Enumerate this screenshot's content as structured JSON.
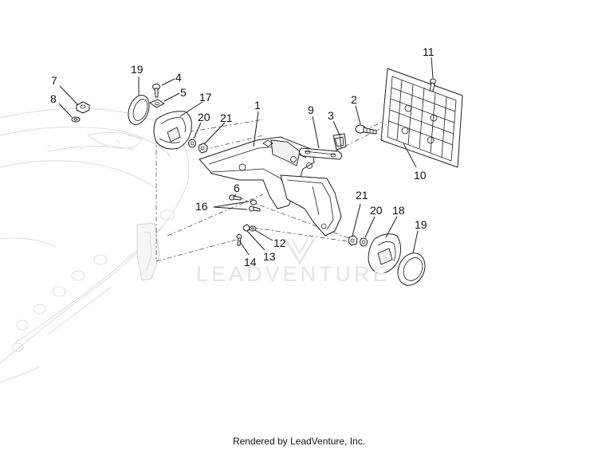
{
  "watermark": "LEADVENTURE",
  "credit": "Rendered by LeadVenture, Inc.",
  "callouts": {
    "c1": "1",
    "c2": "2",
    "c3": "3",
    "c4": "4",
    "c5": "5",
    "c6": "6",
    "c7": "7",
    "c8": "8",
    "c9": "9",
    "c10": "10",
    "c11": "11",
    "c12": "12",
    "c13": "13",
    "c14": "14",
    "c16": "16",
    "c17": "17",
    "c18": "18",
    "c19a": "19",
    "c19b": "19",
    "c20a": "20",
    "c20b": "20",
    "c21a": "21",
    "c21b": "21"
  }
}
